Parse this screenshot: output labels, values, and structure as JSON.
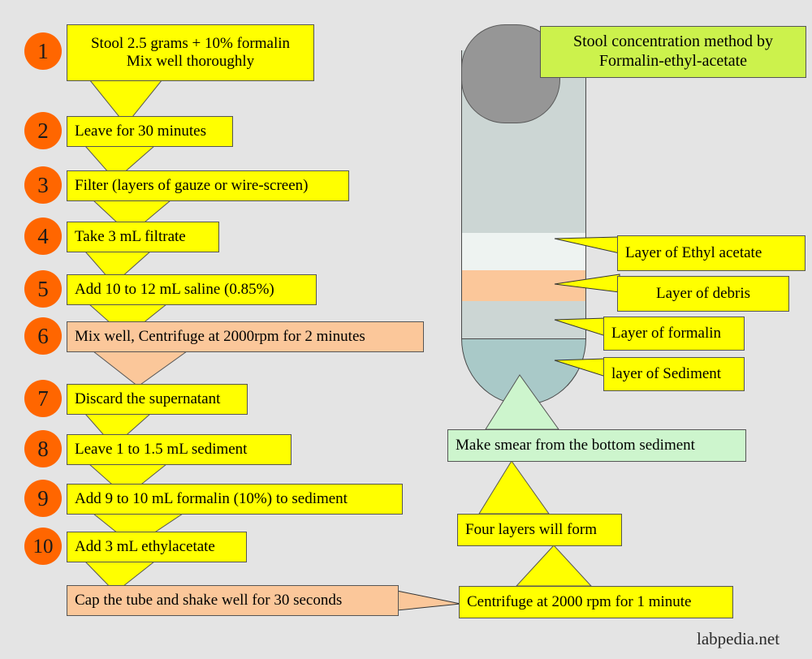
{
  "title_box": {
    "line1": "Stool concentration method by",
    "line2": "Formalin-ethyl-acetate",
    "color": "#ccf24c"
  },
  "colors": {
    "background": "#e4e4e4",
    "step_circle": "#ff6600",
    "box_yellow": "#ffff00",
    "box_peach": "#fbc79a",
    "box_green": "#cdf5cd",
    "box_lime": "#ccf24c",
    "tube_cap": "#969696",
    "tube_liquid": "#ccd6d4",
    "layer_ethyl_acetate": "#eef3f1",
    "layer_debris": "#fbc79a",
    "layer_formalin": "#ccd6d4",
    "layer_sediment": "#a9c9c8"
  },
  "steps": [
    {
      "number": "1",
      "text": "Stool 2.5 grams + 10% formalin\nMix well thoroughly",
      "color": "#ffff00"
    },
    {
      "number": "2",
      "text": "Leave for 30 minutes",
      "color": "#ffff00"
    },
    {
      "number": "3",
      "text": "Filter (layers of gauze or wire-screen)",
      "color": "#ffff00"
    },
    {
      "number": "4",
      "text": "Take 3 mL filtrate",
      "color": "#ffff00"
    },
    {
      "number": "5",
      "text": "Add 10 to 12 mL saline (0.85%)",
      "color": "#ffff00"
    },
    {
      "number": "6",
      "text": "Mix well, Centrifuge at 2000rpm for 2 minutes",
      "color": "#fbc79a"
    },
    {
      "number": "7",
      "text": "Discard the supernatant",
      "color": "#ffff00"
    },
    {
      "number": "8",
      "text": "Leave 1 to 1.5 mL sediment",
      "color": "#ffff00"
    },
    {
      "number": "9",
      "text": "Add 9 to 10 mL formalin (10%) to sediment",
      "color": "#ffff00"
    },
    {
      "number": "10",
      "text": "Add 3 mL ethylacetate",
      "color": "#ffff00"
    }
  ],
  "final_step": {
    "text": "Cap the tube and shake well for 30 seconds",
    "color": "#fbc79a"
  },
  "right_flow": [
    {
      "text": "Centrifuge at 2000 rpm for 1 minute",
      "color": "#ffff00"
    },
    {
      "text": "Four layers will form",
      "color": "#ffff00"
    },
    {
      "text": "Make smear from the bottom sediment",
      "color": "#cdf5cd"
    }
  ],
  "tube_labels": [
    {
      "text": "Layer of Ethyl acetate",
      "color": "#ffff00"
    },
    {
      "text": "Layer of debris",
      "color": "#ffff00"
    },
    {
      "text": "Layer of formalin",
      "color": "#ffff00"
    },
    {
      "text": "layer of Sediment",
      "color": "#ffff00"
    }
  ],
  "tube_layers": [
    {
      "name": "supernatant-top",
      "color": "#ccd6d4"
    },
    {
      "name": "ethyl-acetate",
      "color": "#eef3f1"
    },
    {
      "name": "debris",
      "color": "#fbc79a"
    },
    {
      "name": "formalin",
      "color": "#ccd6d4"
    },
    {
      "name": "sediment",
      "color": "#a9c9c8"
    }
  ],
  "watermark": "labpedia.net"
}
